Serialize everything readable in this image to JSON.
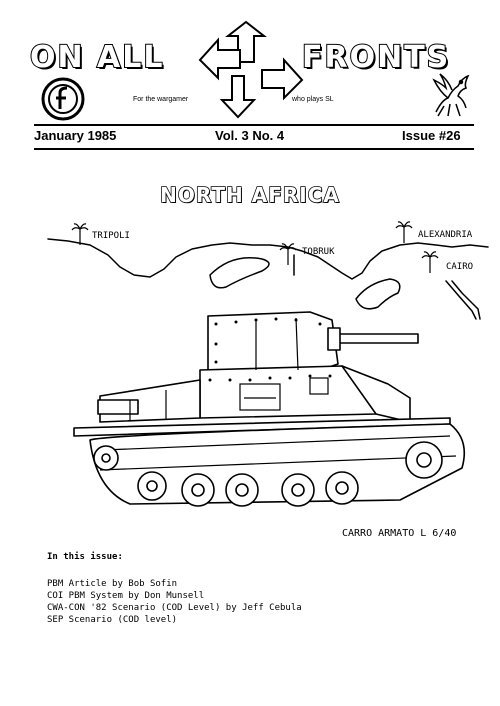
{
  "masthead": {
    "word_left": "ON ALL",
    "word_right": "FRONTS",
    "tagline_left": "For the wargamer",
    "tagline_right": "who plays SL"
  },
  "issue": {
    "date": "January 1985",
    "volume": "Vol. 3  No. 4",
    "number": "Issue #26"
  },
  "headline": "NORTH AFRICA",
  "map": {
    "cities": [
      "TRIPOLI",
      "TOBRUK",
      "ALEXANDRIA",
      "CAIRO"
    ]
  },
  "illustration": {
    "caption": "CARRO ARMATO  L 6/40"
  },
  "contents": {
    "heading": "In this issue:",
    "items": [
      "PBM Article by Bob Sofin",
      "COI PBM System by Don Munsell",
      "CWA-CON '82 Scenario (COD Level) by Jeff Cebula",
      "SEP Scenario (COD level)"
    ]
  }
}
